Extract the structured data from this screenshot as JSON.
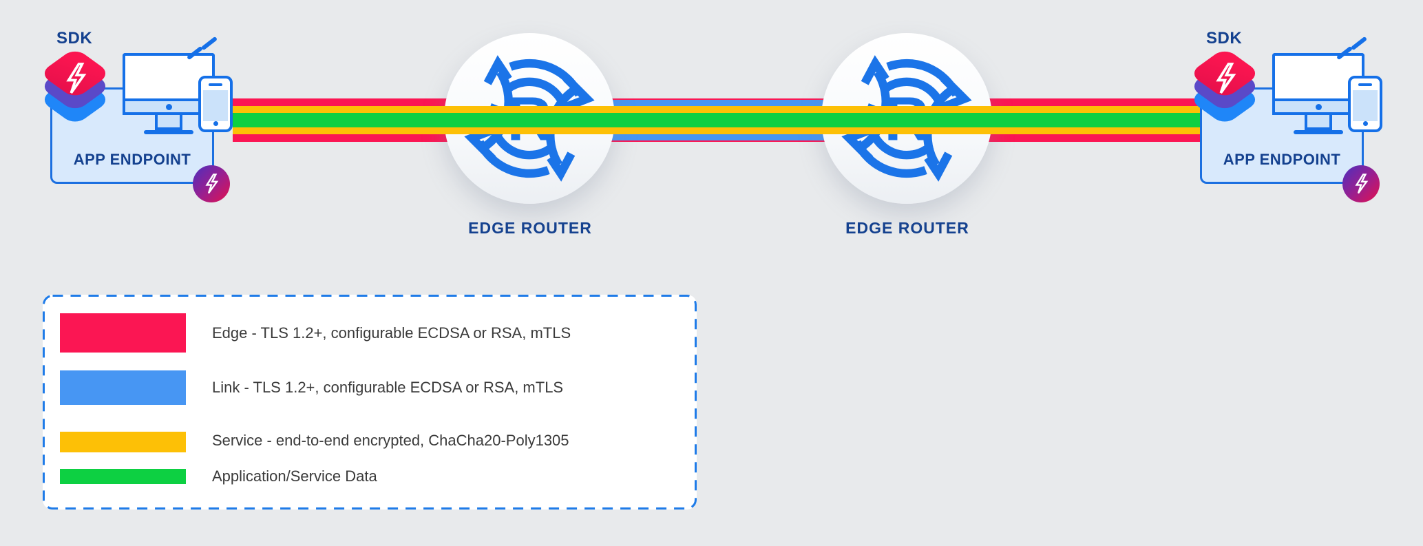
{
  "diagram": {
    "endpoints": [
      {
        "sdk_label": "SDK",
        "label": "APP ENDPOINT"
      },
      {
        "sdk_label": "SDK",
        "label": "APP ENDPOINT"
      }
    ],
    "routers": [
      {
        "label": "EDGE ROUTER",
        "monogram": "R"
      },
      {
        "label": "EDGE ROUTER",
        "monogram": "R"
      }
    ]
  },
  "legend": {
    "items": [
      {
        "name": "edge",
        "color": "#FB1653",
        "label": "Edge - TLS 1.2+, configurable ECDSA or RSA, mTLS"
      },
      {
        "name": "link",
        "color": "#4796F3",
        "label": "Link - TLS 1.2+, configurable ECDSA or RSA, mTLS"
      },
      {
        "name": "service",
        "color": "#FDC006",
        "label": "Service - end-to-end encrypted, ChaCha20-Poly1305"
      },
      {
        "name": "data",
        "color": "#0DD042",
        "label": "Application/Service Data"
      }
    ]
  },
  "colors": {
    "background": "#E8EAEC",
    "edge_band": "#FB1653",
    "link_band": "#4796F3",
    "service_band": "#FDC006",
    "data_band": "#0DD042",
    "device_outline": "#1570E8",
    "router_icon_blue": "#1B74E8",
    "navy_text": "#14418F",
    "legend_text": "#3A3A3A",
    "legend_border": "#1E7BE8",
    "sdk_stack_top": "#F8164E",
    "sdk_stack_middle": "#5A49C8",
    "sdk_stack_bottom": "#1F86F8",
    "badge_gradient_start": "#4B2FBF",
    "badge_gradient_end": "#E2114E"
  }
}
